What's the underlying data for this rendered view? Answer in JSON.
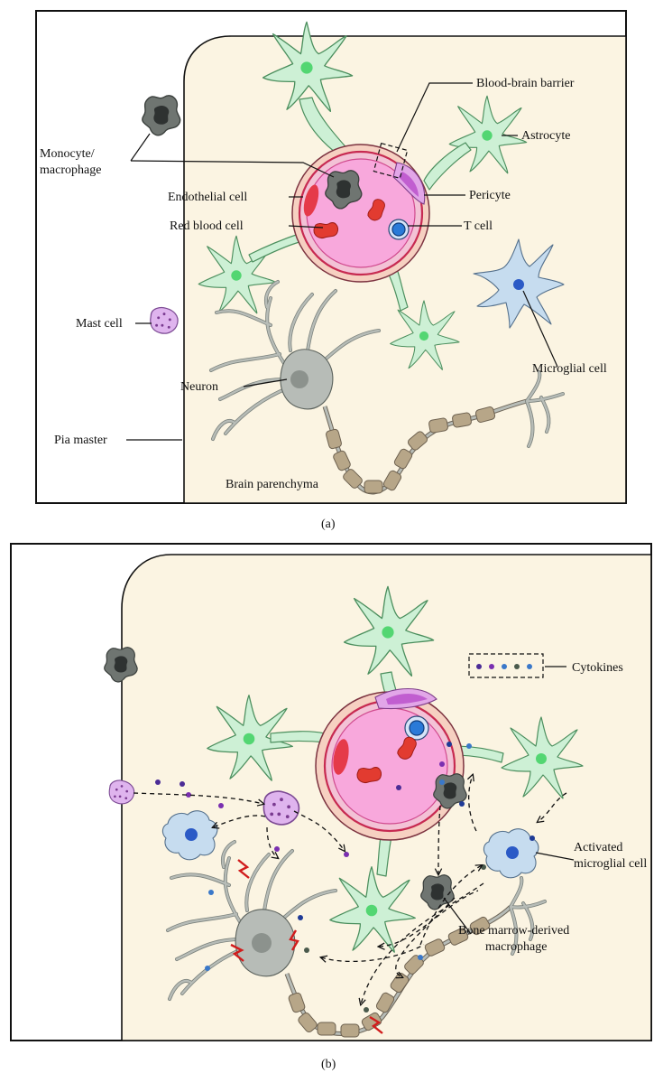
{
  "panel_a": {
    "caption": "(a)",
    "labels": {
      "monocyte_line1": "Monocyte/",
      "monocyte_line2": "macrophage",
      "blood_brain_barrier": "Blood-brain barrier",
      "astrocyte": "Astrocyte",
      "endothelial_cell": "Endothelial cell",
      "pericyte": "Pericyte",
      "red_blood_cell": "Red blood cell",
      "t_cell": "T cell",
      "mast_cell": "Mast cell",
      "microglial_cell": "Microglial cell",
      "neuron": "Neuron",
      "pia_mater": "Pia master",
      "brain_parenchyma": "Brain parenchyma"
    }
  },
  "panel_b": {
    "caption": "(b)",
    "labels": {
      "cytokines": "Cytokines",
      "activated_microglia_line1": "Activated",
      "activated_microglia_line2": "microglial cell",
      "bone_marrow_line1": "Bone marrow-derived",
      "bone_marrow_line2": "macrophage"
    }
  },
  "colors": {
    "tissue": "#fbf4e2",
    "astrocyte": "#cdf0d5",
    "vessel_lumen": "#f8a8dc",
    "red_blood_cell": "#e23b30",
    "t_cell": "#2a7ad8",
    "macrophage": "#6f7571",
    "mast_cell": "#dfb4ee",
    "microglia": "#c6dcef",
    "neuron": "#b7bcb7",
    "myelin": "#b7a688",
    "damage_bolt": "#d11c1c"
  },
  "icons": [
    "astrocyte-icon",
    "blood-vessel-icon",
    "macrophage-icon",
    "mast-cell-icon",
    "microglial-cell-icon",
    "neuron-icon",
    "red-blood-cell-icon",
    "t-cell-icon",
    "pericyte-icon",
    "cytokine-dot-icon",
    "damage-bolt-icon"
  ]
}
